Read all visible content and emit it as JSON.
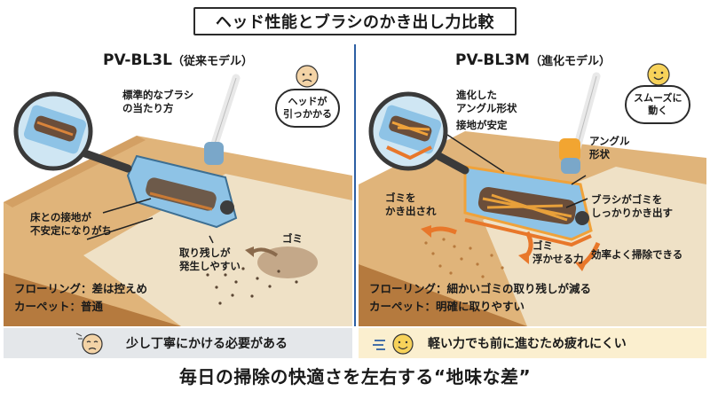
{
  "title": "ヘッド性能とブラシのかき出し力比較",
  "left": {
    "model": "PV-BL3L",
    "model_sub": "（従来モデル）",
    "label_brush": "標準的なブラシ\nの当たり方",
    "bubble": "ヘッドが\n引っかかる",
    "label_contact": "床との接地が\n不安定になりがち",
    "label_remain": "取り残しが\n発生しやすい",
    "label_dust": "ゴミ",
    "note_floor": "フローリング：差は控えめ",
    "note_carpet": "カーペット：普通",
    "bottom": "少し丁寧にかける必要がある"
  },
  "right": {
    "model": "PV-BL3M",
    "model_sub": "（進化モデル）",
    "label_angle_shape": "進化した\nアングル形状",
    "label_contact": "接地が安定",
    "bubble": "スムーズに\n動く",
    "label_angle": "アングル\n形状",
    "label_scrape_out": "ゴミを\nかき出され",
    "label_brush": "ブラシがゴミを\nしっかりかき出す",
    "label_float": "ゴミ\n浮かせる力",
    "label_efficient": "効率よく掃除できる",
    "note_floor": "フローリング：細かいゴミの取り残しが減る",
    "note_carpet": "カーペット：明確に取りやすい",
    "bottom": "軽い力でも前に進むため疲れにくい"
  },
  "footer": "毎日の掃除の快適さを左右する“地味な差”",
  "colors": {
    "divider": "#2c5fa3",
    "head_blue": "#8ec3e6",
    "wood": "#e0b47a",
    "carpet": "#efe1c6",
    "accent_orange": "#e8772a",
    "left_bar": "#e4e7ea",
    "right_bar": "#fbefcf"
  },
  "icons": [
    "sad-face-icon",
    "worried-face-icon",
    "smile-face-icon",
    "happy-face-icon",
    "magnifier-icon"
  ]
}
